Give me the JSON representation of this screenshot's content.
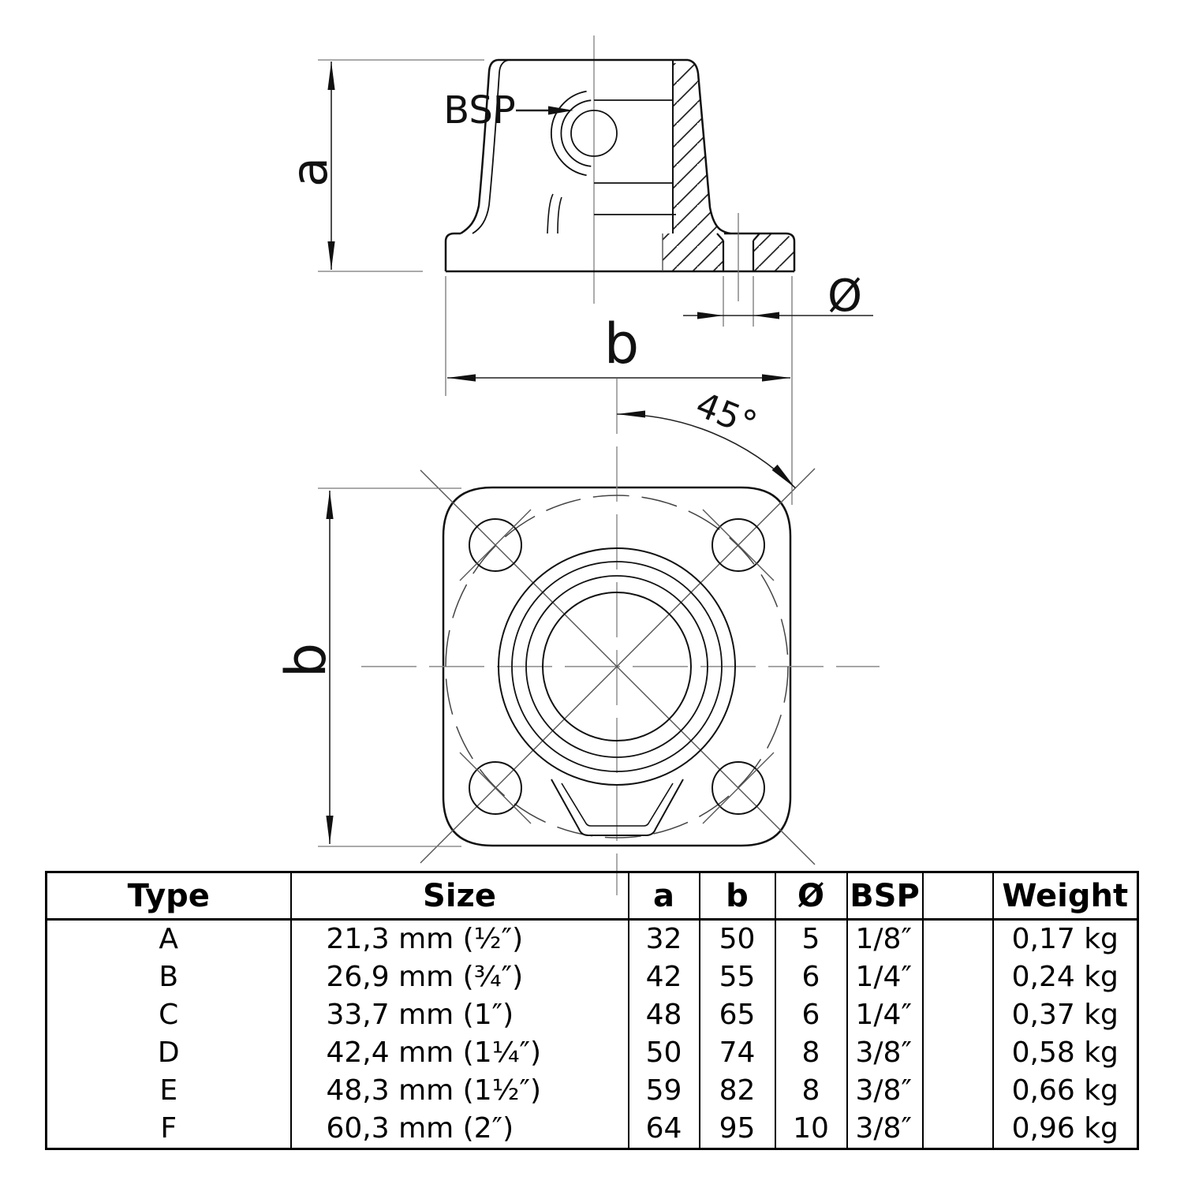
{
  "drawing": {
    "labels": {
      "a_dim": "a",
      "b_dim_side": "b",
      "b_dim_plan": "b",
      "diameter": "Ø",
      "bsp": "BSP",
      "angle": "45°"
    }
  },
  "table": {
    "headers": [
      "Type",
      "Size",
      "a",
      "b",
      "Ø",
      "BSP",
      "",
      "Weight"
    ],
    "rows": [
      [
        "A",
        "21,3 mm (½″)",
        "32",
        "50",
        "5",
        "1/8″",
        "",
        "0,17 kg"
      ],
      [
        "B",
        "26,9 mm (¾″)",
        "42",
        "55",
        "6",
        "1/4″",
        "",
        "0,24 kg"
      ],
      [
        "C",
        "33,7 mm (1″)",
        "48",
        "65",
        "6",
        "1/4″",
        "",
        "0,37 kg"
      ],
      [
        "D",
        "42,4 mm (1¼″)",
        "50",
        "74",
        "8",
        "3/8″",
        "",
        "0,58 kg"
      ],
      [
        "E",
        "48,3 mm (1½″)",
        "59",
        "82",
        "8",
        "3/8″",
        "",
        "0,66 kg"
      ],
      [
        "F",
        "60,3 mm (2″)",
        "64",
        "95",
        "10",
        "3/8″",
        "",
        "0,96 kg"
      ]
    ]
  }
}
